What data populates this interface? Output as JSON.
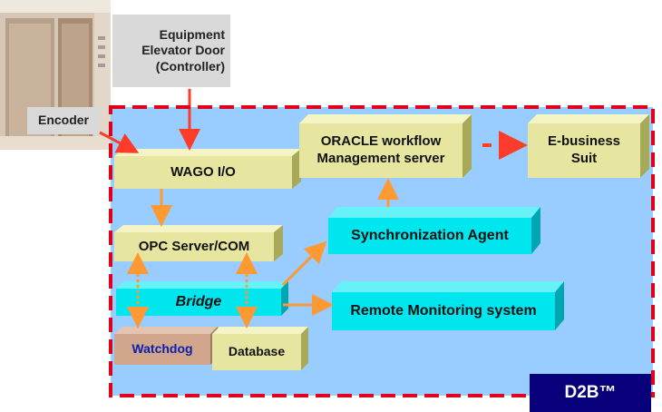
{
  "notes": {
    "equipment_line1": "Equipment",
    "equipment_line2": "Elevator Door",
    "equipment_line3": "(Controller)",
    "encoder": "Encoder"
  },
  "boxes": {
    "wago": "WAGO I/O",
    "opc": "OPC Server/COM",
    "bridge": "Bridge",
    "watchdog": "Watchdog",
    "database": "Database",
    "oracle_line1": "ORACLE workflow",
    "oracle_line2": "Management server",
    "ebiz_line1": "E-business",
    "ebiz_line2": "Suit",
    "sync": "Synchronization Agent",
    "remote": "Remote Monitoring system"
  },
  "badge": {
    "d2b": "D2B™"
  },
  "colors": {
    "panel": "#99ccff",
    "dash": "#e0001a",
    "olive_face": "#e6e6a0",
    "cyan_face": "#00e6ee",
    "arrow": "#ff9933",
    "badge": "#08007a"
  }
}
